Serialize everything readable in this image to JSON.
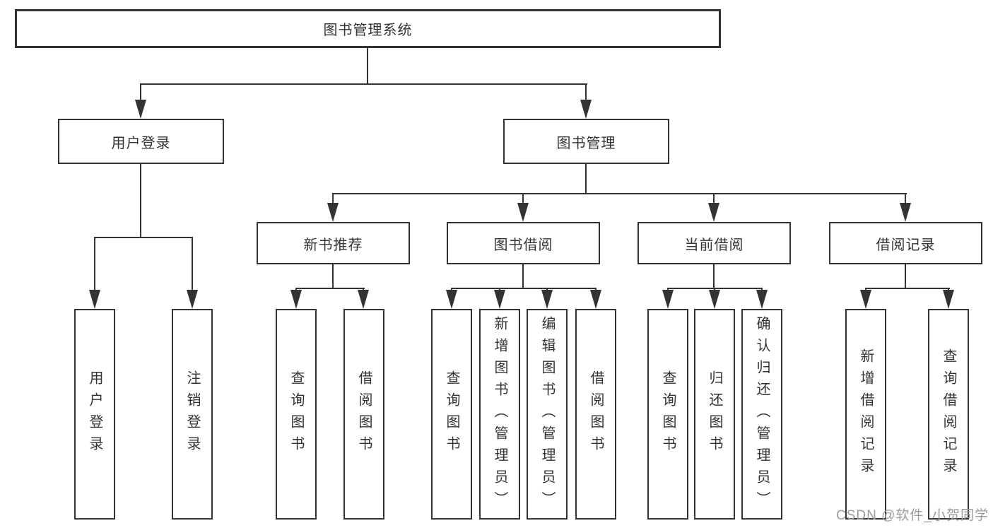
{
  "diagram": {
    "root": {
      "label": "图书管理系统"
    },
    "level2": [
      {
        "label": "用户登录"
      },
      {
        "label": "图书管理"
      }
    ],
    "level3": [
      {
        "label": "新书推荐",
        "parent": "图书管理"
      },
      {
        "label": "图书借阅",
        "parent": "图书管理"
      },
      {
        "label": "当前借阅",
        "parent": "图书管理"
      },
      {
        "label": "借阅记录",
        "parent": "图书管理"
      }
    ],
    "leaves": [
      {
        "label": "用户登录",
        "parent": "用户登录"
      },
      {
        "label": "注销登录",
        "parent": "用户登录"
      },
      {
        "label": "查询图书",
        "parent": "新书推荐"
      },
      {
        "label": "借阅图书",
        "parent": "新书推荐"
      },
      {
        "label": "查询图书",
        "parent": "图书借阅"
      },
      {
        "label": "新增图书（管理员）",
        "parent": "图书借阅"
      },
      {
        "label": "编辑图书（管理员）",
        "parent": "图书借阅"
      },
      {
        "label": "借阅图书",
        "parent": "图书借阅"
      },
      {
        "label": "查询图书",
        "parent": "当前借阅"
      },
      {
        "label": "归还图书",
        "parent": "当前借阅"
      },
      {
        "label": "确认归还（管理员）",
        "parent": "当前借阅"
      },
      {
        "label": "新增借阅记录",
        "parent": "借阅记录"
      },
      {
        "label": "查询借阅记录",
        "parent": "借阅记录"
      }
    ]
  },
  "watermark": {
    "text": "CSDN @软件_小贺同学",
    "color": "#9b9b9b"
  },
  "colors": {
    "background": "#ffffff",
    "line": "#333333",
    "text": "#333333"
  }
}
